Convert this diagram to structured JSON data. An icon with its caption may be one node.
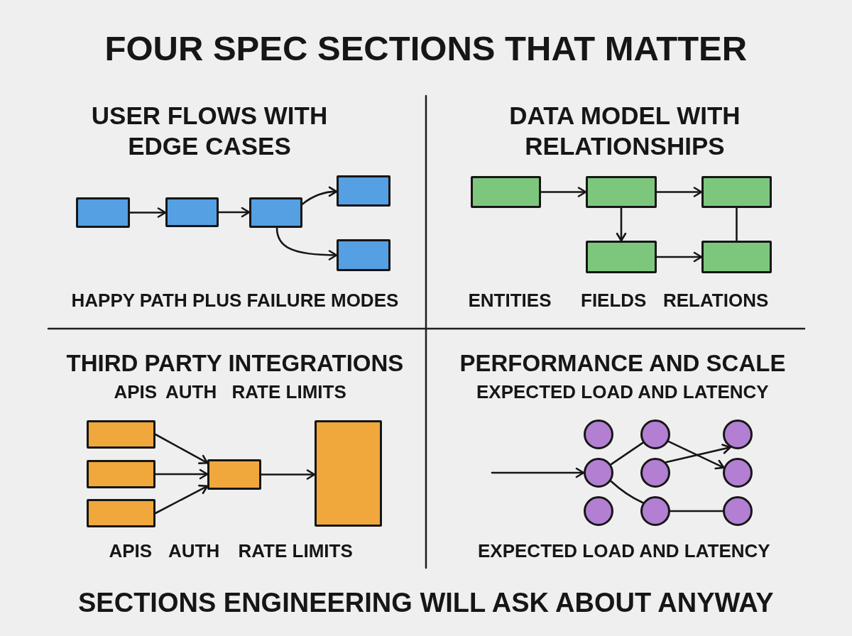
{
  "diagram": {
    "title": "FOUR SPEC SECTIONS THAT MATTER",
    "caption": "SECTIONS ENGINEERING WILL ASK ABOUT ANYWAY",
    "nodes": [
      {
        "text": [],
        "shape": "box"
      },
      {
        "text": [],
        "shape": "box"
      },
      {
        "text": [],
        "shape": "box"
      },
      {
        "text": [],
        "shape": "box"
      },
      {
        "text": [],
        "shape": "box"
      },
      {
        "text": [],
        "shape": "box"
      },
      {
        "text": [],
        "shape": "box"
      },
      {
        "text": [],
        "shape": "box"
      },
      {
        "text": [],
        "shape": "box"
      },
      {
        "text": [],
        "shape": "box"
      },
      {
        "text": [],
        "shape": "box"
      },
      {
        "text": [],
        "shape": "box"
      },
      {
        "text": [],
        "shape": "box"
      },
      {
        "text": [],
        "shape": "box"
      },
      {
        "text": [],
        "shape": "box"
      },
      {
        "text": [],
        "shape": "circle"
      },
      {
        "text": [],
        "shape": "circle"
      },
      {
        "text": [],
        "shape": "circle"
      },
      {
        "text": [],
        "shape": "circle"
      },
      {
        "text": [],
        "shape": "circle"
      },
      {
        "text": [],
        "shape": "circle"
      },
      {
        "text": [],
        "shape": "circle"
      },
      {
        "text": [],
        "shape": "circle"
      },
      {
        "text": [],
        "shape": "circle"
      }
    ],
    "edges": [
      {
        "from": 0,
        "to": 1,
        "arrow": "to"
      },
      {
        "from": 1,
        "to": 2,
        "arrow": "to"
      },
      {
        "from": 2,
        "to": 3,
        "arrow": "to"
      },
      {
        "from": 2,
        "to": 4,
        "arrow": "to"
      },
      {
        "from": 5,
        "to": 6,
        "arrow": "to"
      },
      {
        "from": 6,
        "to": 7,
        "arrow": "to"
      },
      {
        "from": 6,
        "to": 8,
        "arrow": "to"
      },
      {
        "from": 8,
        "to": 9,
        "arrow": "to"
      },
      {
        "from": 7,
        "to": 9,
        "arrow": "none"
      },
      {
        "from": 10,
        "to": 13,
        "arrow": "to"
      },
      {
        "from": 11,
        "to": 13,
        "arrow": "to"
      },
      {
        "from": 12,
        "to": 13,
        "arrow": "to"
      },
      {
        "from": 13,
        "to": 14,
        "arrow": "to"
      },
      {
        "from": null,
        "to": 18,
        "arrow": "to"
      },
      {
        "from": 18,
        "to": 16,
        "arrow": "none"
      },
      {
        "from": 18,
        "to": 22,
        "arrow": "none"
      },
      {
        "from": 16,
        "to": 20,
        "arrow": "to"
      },
      {
        "from": 19,
        "to": 17,
        "arrow": "to"
      },
      {
        "from": 22,
        "to": 23,
        "arrow": "none"
      }
    ],
    "labels": [
      "USER FLOWS WITH EDGE CASES",
      "HAPPY PATH PLUS FAILURE MODES",
      "DATA MODEL WITH RELATIONSHIPS",
      "ENTITIES",
      "FIELDS",
      "RELATIONS",
      "THIRD PARTY INTEGRATIONS",
      "APIS",
      "AUTH",
      "RATE LIMITS",
      "APIS",
      "AUTH",
      "RATE LIMITS",
      "PERFORMANCE AND SCALE",
      "EXPECTED LOAD AND LATENCY",
      "EXPECTED LOAD AND LATENCY"
    ]
  }
}
